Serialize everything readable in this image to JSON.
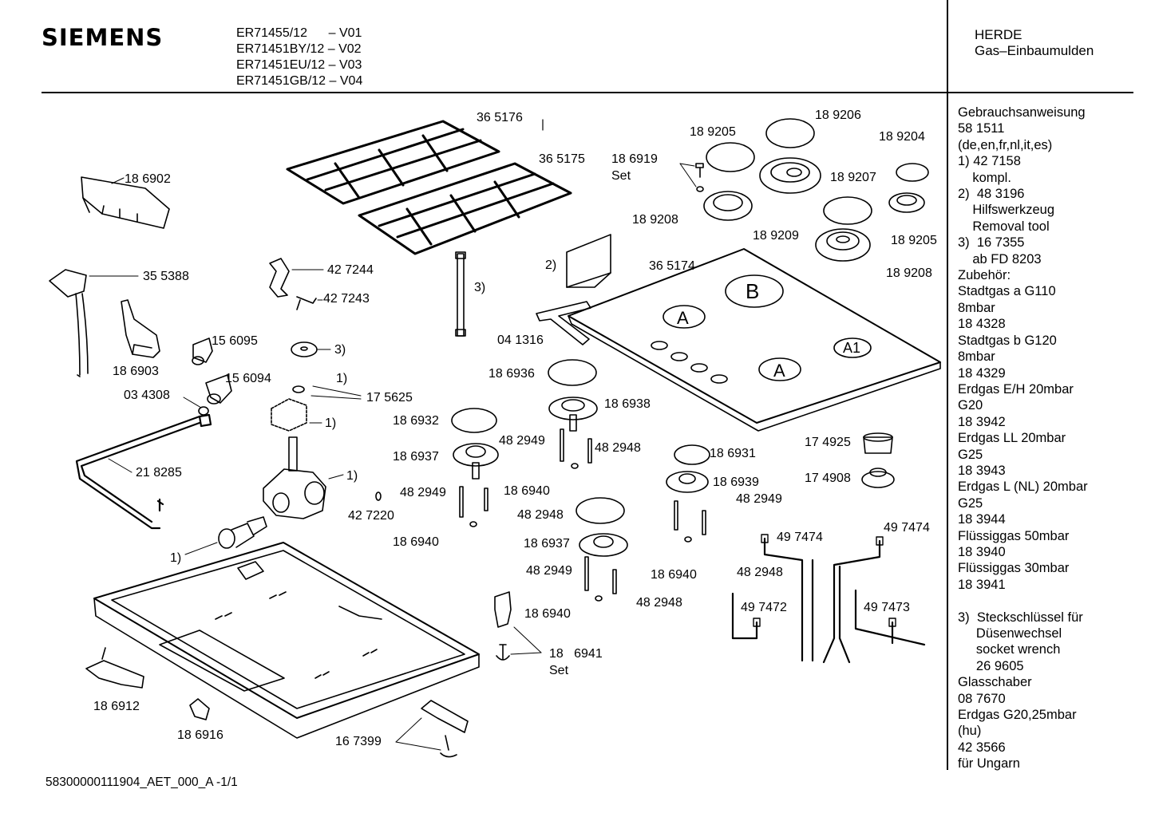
{
  "header": {
    "brand": "SIEMENS",
    "models": [
      "ER71455/12      – V01",
      "ER71451BY/12 – V02",
      "ER71451EU/12 – V03",
      "ER71451GB/12 – V04"
    ],
    "category": "HERDE",
    "subcategory": "Gas–Einbaumulden"
  },
  "notes": [
    "Gebrauchsanweisung",
    "58 1511",
    "(de,en,fr,nl,it,es)",
    "1) 42 7158",
    "    kompl.",
    "2)  48 3196",
    "    Hilfswerkzeug",
    "    Removal tool",
    "3)  16 7355",
    "    ab FD 8203",
    "Zubehör:",
    "Stadtgas a G110",
    "8mbar",
    "18 4328",
    "Stadtgas b G120",
    "8mbar",
    "18 4329",
    "Erdgas E/H 20mbar",
    "G20",
    "18 3942",
    "Erdgas LL 20mbar",
    "G25",
    "18 3943",
    "Erdgas L (NL) 20mbar",
    "G25",
    "18 3944",
    "Flüssiggas 50mbar",
    "18 3940",
    "Flüssiggas 30mbar",
    "18 3941",
    "",
    "3)  Steckschlüssel für",
    "     Düsenwechsel",
    "     socket wrench",
    "     26 9605",
    "Glasschaber",
    "08 7670",
    "Erdgas G20,25mbar",
    "(hu)",
    "42 3566",
    "für Ungarn"
  ],
  "part_labels": [
    {
      "id": "p365176",
      "text": "36 5176"
    },
    {
      "id": "p365175",
      "text": "36 5175"
    },
    {
      "id": "p186902",
      "text": "18 6902"
    },
    {
      "id": "p355388",
      "text": "35 5388"
    },
    {
      "id": "p186903",
      "text": "18 6903"
    },
    {
      "id": "p427244",
      "text": "42 7244"
    },
    {
      "id": "p427243",
      "text": "42 7243"
    },
    {
      "id": "p156095",
      "text": "15 6095"
    },
    {
      "id": "p156094",
      "text": "15 6094"
    },
    {
      "id": "p3a",
      "text": "3)"
    },
    {
      "id": "p1a",
      "text": "1)"
    },
    {
      "id": "p175625",
      "text": "17 5625"
    },
    {
      "id": "p1b",
      "text": "1)"
    },
    {
      "id": "p034308",
      "text": "03 4308"
    },
    {
      "id": "p218285",
      "text": "21 8285"
    },
    {
      "id": "p1c",
      "text": "1)"
    },
    {
      "id": "p427220",
      "text": "42 7220"
    },
    {
      "id": "p1d",
      "text": "1)"
    },
    {
      "id": "p186912",
      "text": "18 6912"
    },
    {
      "id": "p186916",
      "text": "18 6916"
    },
    {
      "id": "p167399",
      "text": "16 7399"
    },
    {
      "id": "p3b",
      "text": "3)"
    },
    {
      "id": "p2a",
      "text": "2)"
    },
    {
      "id": "p041316",
      "text": "04 1316"
    },
    {
      "id": "p186936",
      "text": "18 6936"
    },
    {
      "id": "p186938",
      "text": "18 6938"
    },
    {
      "id": "p186932",
      "text": "18 6932"
    },
    {
      "id": "p482949a",
      "text": "48 2949"
    },
    {
      "id": "p482948a",
      "text": "48 2948"
    },
    {
      "id": "p186937a",
      "text": "18 6937"
    },
    {
      "id": "p482949b",
      "text": "48 2949"
    },
    {
      "id": "p186940a",
      "text": "18 6940"
    },
    {
      "id": "p482948b",
      "text": "48 2948"
    },
    {
      "id": "p186940b",
      "text": "18 6940"
    },
    {
      "id": "p186937b",
      "text": "18 6937"
    },
    {
      "id": "p482949c",
      "text": "48 2949"
    },
    {
      "id": "p186940c",
      "text": "18 6940"
    },
    {
      "id": "p482948c",
      "text": "48 2948"
    },
    {
      "id": "p186941",
      "text": "18   6941"
    },
    {
      "id": "pset1",
      "text": "Set"
    },
    {
      "id": "p186919",
      "text": "18 6919"
    },
    {
      "id": "pset2",
      "text": "Set"
    },
    {
      "id": "p189205a",
      "text": "18 9205"
    },
    {
      "id": "p189206",
      "text": "18 9206"
    },
    {
      "id": "p189204",
      "text": "18 9204"
    },
    {
      "id": "p189207",
      "text": "18 9207"
    },
    {
      "id": "p189208a",
      "text": "18 9208"
    },
    {
      "id": "p189209",
      "text": "18 9209"
    },
    {
      "id": "p189205b",
      "text": "18 9205"
    },
    {
      "id": "p189208b",
      "text": "18 9208"
    },
    {
      "id": "p365174",
      "text": "36 5174"
    },
    {
      "id": "p186931",
      "text": "18 6931"
    },
    {
      "id": "p186939",
      "text": "18 6939"
    },
    {
      "id": "p482949d",
      "text": "48 2949"
    },
    {
      "id": "p186940d",
      "text": "18 6940"
    },
    {
      "id": "p482948d",
      "text": "48 2948"
    },
    {
      "id": "p174925",
      "text": "17 4925"
    },
    {
      "id": "p174908",
      "text": "17 4908"
    },
    {
      "id": "p497474a",
      "text": "49 7474"
    },
    {
      "id": "p497474b",
      "text": "49 7474"
    },
    {
      "id": "p497472",
      "text": "49 7472"
    },
    {
      "id": "p497473",
      "text": "49 7473"
    }
  ],
  "burner_marks": [
    "A",
    "B",
    "A1",
    "A"
  ],
  "footer": "58300000111904_AET_000_A    -1/1"
}
